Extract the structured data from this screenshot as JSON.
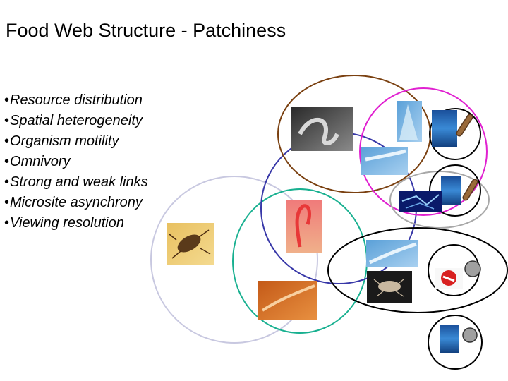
{
  "title": "Food Web Structure - Patchiness",
  "bullets": [
    "Resource distribution",
    "Spatial heterogeneity",
    "Organism motility",
    "Omnivory",
    "Strong and weak links",
    "Microsite asynchrony",
    "Viewing resolution"
  ],
  "colors": {
    "brown": "#7a4010",
    "magenta": "#e020d0",
    "blue": "#3838a8",
    "grey": "#a8a8a8",
    "lavender": "#c8c8e0",
    "teal": "#18b090",
    "black": "#000000"
  }
}
